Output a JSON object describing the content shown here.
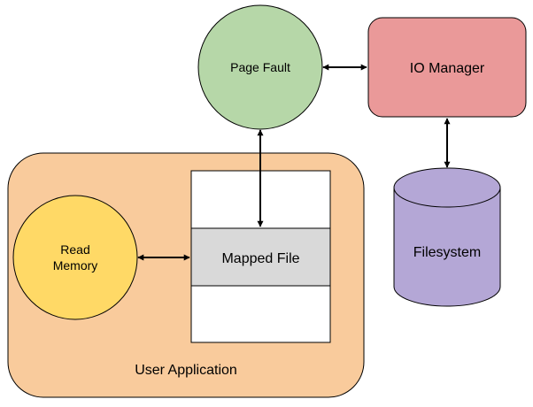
{
  "diagram": {
    "nodes": {
      "page_fault": {
        "label": "Page Fault",
        "shape": "circle",
        "color": "#b6d7a8"
      },
      "io_manager": {
        "label": "IO Manager",
        "shape": "rounded-rectangle",
        "color": "#ea9999"
      },
      "filesystem": {
        "label": "Filesystem",
        "shape": "cylinder",
        "color": "#b4a7d6"
      },
      "user_application": {
        "label": "User Application",
        "shape": "rounded-rectangle",
        "color": "#f9cb9c"
      },
      "read_memory": {
        "label_line1": "Read",
        "label_line2": "Memory",
        "shape": "circle",
        "color": "#ffd966"
      },
      "mapped_file": {
        "label": "Mapped File",
        "shape": "rectangle",
        "color": "#d9d9d9"
      }
    },
    "edges": [
      {
        "from": "page_fault",
        "to": "io_manager",
        "direction": "both"
      },
      {
        "from": "io_manager",
        "to": "filesystem",
        "direction": "both"
      },
      {
        "from": "page_fault",
        "to": "mapped_file",
        "direction": "both"
      },
      {
        "from": "read_memory",
        "to": "mapped_file",
        "direction": "both"
      }
    ]
  }
}
